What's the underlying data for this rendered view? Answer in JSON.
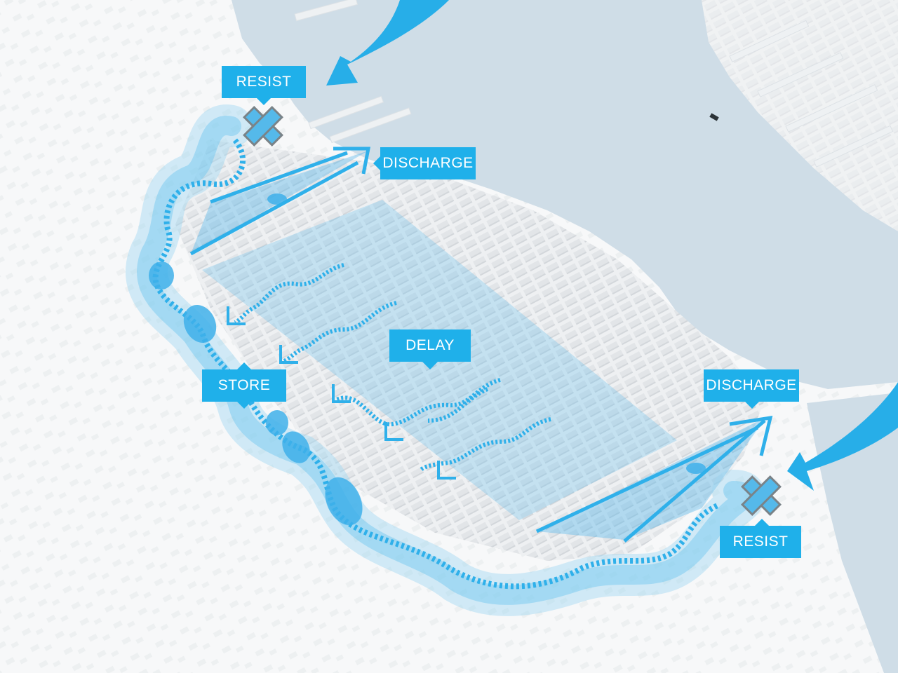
{
  "colors": {
    "accent": "#23b2ea",
    "label_bg": "#1fb0ea",
    "water": "#cfdde7",
    "land": "#f7f8f9",
    "building": "#e3e6e9",
    "building_shadow": "#d2d6da",
    "zone_fill": "#58b9ee",
    "marker_x": "#55b9ea",
    "marker_outline": "#7a8388",
    "text_on_label": "#ffffff"
  },
  "labels": {
    "resist_top": "RESIST",
    "discharge_top": "DISCHARGE",
    "delay": "DELAY",
    "store": "STORE",
    "discharge_bottom": "DISCHARGE",
    "resist_bottom": "RESIST"
  },
  "icons": {
    "resist_marker": "x-mark-icon",
    "flow_arrow": "arrow-icon",
    "flood_arrow": "storm-surge-arrow-icon"
  }
}
